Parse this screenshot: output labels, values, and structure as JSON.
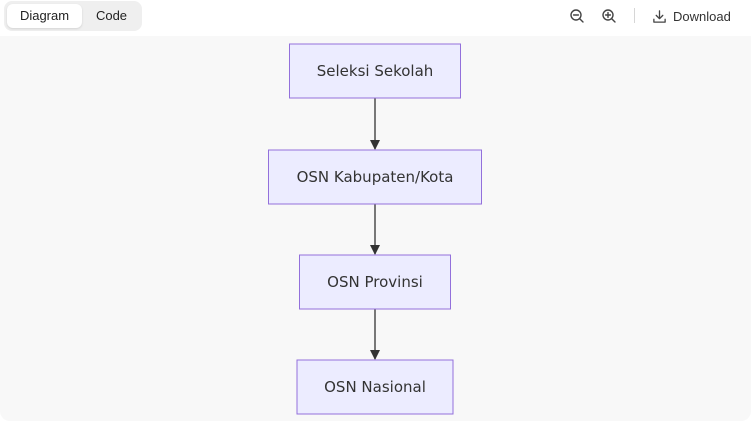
{
  "tabs": [
    {
      "label": "Diagram",
      "active": true
    },
    {
      "label": "Code",
      "active": false
    }
  ],
  "toolbar": {
    "zoom_out_icon": "zoom-out-icon",
    "zoom_in_icon": "zoom-in-icon",
    "download_label": "Download",
    "download_icon": "download-icon"
  },
  "diagram": {
    "type": "flowchart",
    "direction": "TD",
    "node_fill": "#ececff",
    "node_stroke": "#9370db",
    "edge_color": "#333333",
    "nodes": [
      {
        "id": "A",
        "label": "Seleksi Sekolah"
      },
      {
        "id": "B",
        "label": "OSN Kabupaten/Kota"
      },
      {
        "id": "C",
        "label": "OSN Provinsi"
      },
      {
        "id": "D",
        "label": "OSN Nasional"
      }
    ],
    "edges": [
      {
        "from": "A",
        "to": "B"
      },
      {
        "from": "B",
        "to": "C"
      },
      {
        "from": "C",
        "to": "D"
      }
    ]
  }
}
